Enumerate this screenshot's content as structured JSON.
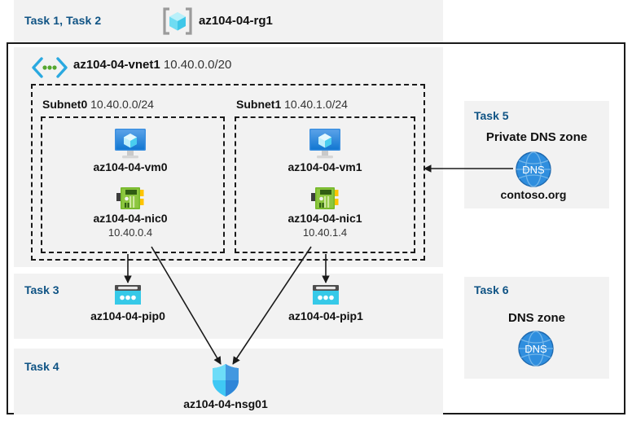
{
  "resource_group": {
    "task_label": "Task 1, Task 2",
    "name": "az104-04-rg1",
    "icon": "resource-group-icon"
  },
  "vnet": {
    "name": "az104-04-vnet1",
    "cidr": "10.40.0.0/20",
    "icon": "virtual-network-icon"
  },
  "subnets": [
    {
      "name": "Subnet0",
      "cidr": "10.40.0.0/24",
      "vm": {
        "name": "az104-04-vm0",
        "icon": "virtual-machine-icon"
      },
      "nic": {
        "name": "az104-04-nic0",
        "ip": "10.40.0.4",
        "icon": "network-interface-icon"
      }
    },
    {
      "name": "Subnet1",
      "cidr": "10.40.1.0/24",
      "vm": {
        "name": "az104-04-vm1",
        "icon": "virtual-machine-icon"
      },
      "nic": {
        "name": "az104-04-nic1",
        "ip": "10.40.1.4",
        "icon": "network-interface-icon"
      }
    }
  ],
  "task3": {
    "label": "Task 3",
    "pip0": {
      "name": "az104-04-pip0",
      "icon": "public-ip-address-icon"
    },
    "pip1": {
      "name": "az104-04-pip1",
      "icon": "public-ip-address-icon"
    }
  },
  "task4": {
    "label": "Task 4",
    "nsg": {
      "name": "az104-04-nsg01",
      "icon": "network-security-group-icon"
    }
  },
  "task5": {
    "label": "Task 5",
    "title": "Private DNS zone",
    "zone_name": "contoso.org",
    "icon": "dns-zone-icon",
    "icon_text": "DNS"
  },
  "task6": {
    "label": "Task 6",
    "title": "DNS zone",
    "icon": "dns-zone-icon",
    "icon_text": "DNS"
  },
  "colors": {
    "task_label": "#0f5384",
    "panel_bg": "#f2f2f2",
    "border": "#1a1a1a",
    "vm_blue": "#2e8ae6",
    "nic_green": "#6fb22e",
    "pip_cyan": "#36c9e8",
    "dns_blue": "#2c8ede",
    "nsg_blue": "#31b3f0"
  }
}
